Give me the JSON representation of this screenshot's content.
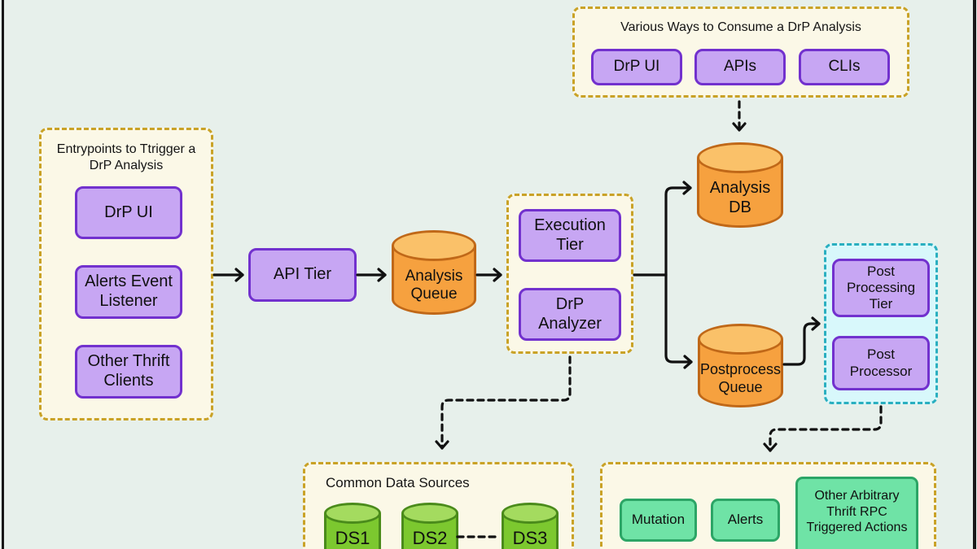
{
  "colors": {
    "background": "#E7F0EB",
    "panel_fill": "#FBF8E7",
    "panel_border": "#C9A227",
    "node_fill": "#C7A6F3",
    "node_border": "#7231CE",
    "queue_fill": "#F6A13F",
    "queue_cap": "#FAC169",
    "queue_border": "#C06818",
    "post_panel_fill": "#D8F8FB",
    "post_panel_border": "#2AAFC0",
    "action_fill": "#6FE3A6",
    "action_border": "#2CA566",
    "source_fill": "#7CC82F",
    "source_cap": "#A4DB5F",
    "source_border": "#4A8B1B",
    "arrow": "#111111"
  },
  "entrypoints_panel": {
    "title": "Entrypoints to Ttrigger a DrP Analysis",
    "items": [
      "DrP UI",
      "Alerts Event Listener",
      "Other Thrift Clients"
    ]
  },
  "consume_panel": {
    "title": "Various Ways to Consume a DrP Analysis",
    "items": [
      "DrP UI",
      "APIs",
      "CLIs"
    ]
  },
  "pipeline": {
    "api_tier": "API Tier",
    "analysis_queue": "Analysis Queue",
    "execution_tier": "Execution Tier",
    "drp_analyzer": "DrP Analyzer",
    "analysis_db": "Analysis DB",
    "postprocess_queue": "Postprocess Queue",
    "post_processing_tier": "Post Processing Tier",
    "post_processor": "Post Processor"
  },
  "data_sources_panel": {
    "title": "Common Data Sources",
    "items": [
      "DS1",
      "DS2",
      "DS3"
    ]
  },
  "actions_panel": {
    "items": [
      "Mutation",
      "Alerts",
      "Other Arbitrary Thrift RPC Triggered Actions"
    ]
  }
}
